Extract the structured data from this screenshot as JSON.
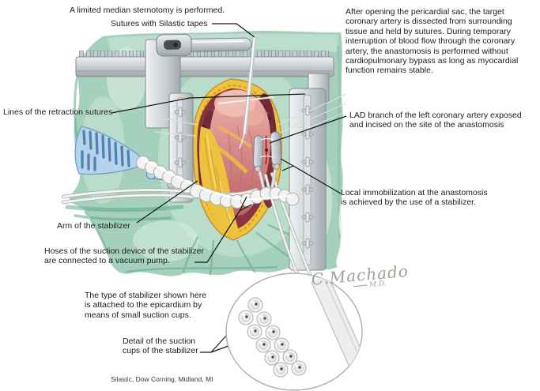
{
  "figure": {
    "title_note": "A limited median sternotomy is performed.",
    "labels": {
      "sutures_tapes": "Sutures with Silastic tapes",
      "description": "After opening the pericardial sac, the target\ncoronary artery is dissected from surrounding\ntissue and held by sutures. During temporary\ninterruption of blood flow through the coronary\nartery, the anastomosis is performed without\ncardiopulmonary bypass as long as myocardial\nfunction remains stable.",
      "retraction_sutures": "Lines of the retraction sutures",
      "lad_branch": "LAD branch of the left coronary artery exposed\nand incised on the site of the anastomosis",
      "local_immobilization": "Local immobilization at the anastomosis\nis achieved by the use of a stabilizer.",
      "stabilizer_arm": "Arm of the stabilizer",
      "hoses": "Hoses of the suction device of the stabilizer\nare connected to a vacuum pump.",
      "stabilizer_type": "The type of stabilizer shown here\nis attached to the epicardium by\nmeans of small suction cups.",
      "suction_cups_detail": "Detail of the suction\ncups of the stabilizer",
      "trademark": "Silastic, Dow Corning, Midland, MI"
    },
    "signature": {
      "name": "C.Machado",
      "title": "M.D."
    },
    "colors": {
      "drape_green": "#a5d0bd",
      "heart_pink": "#d98b8b",
      "fat_yellow": "#ecc23e",
      "tissue_maroon": "#8a3442",
      "metal_gray": "#c9ced2",
      "instrument_blue": "#b7d3e9",
      "leader_line": "#161616",
      "signature_gray": "#a49e95"
    }
  }
}
